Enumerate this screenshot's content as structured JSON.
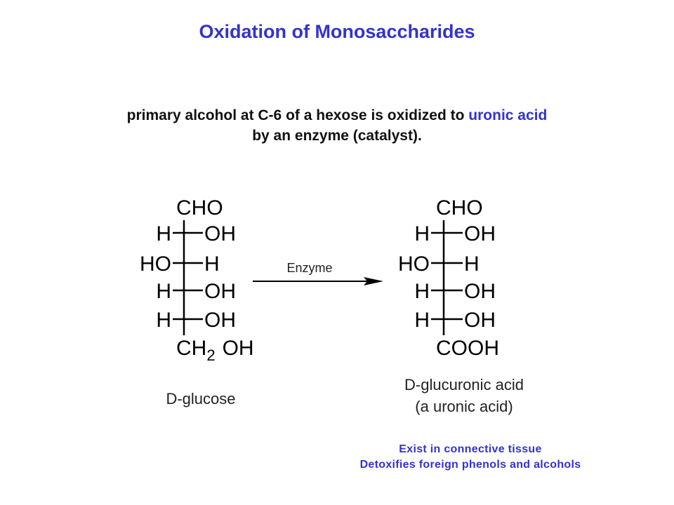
{
  "colors": {
    "heading": "#3333cc",
    "highlight": "#ee2222",
    "text": "#111111"
  },
  "title": "Oxidation of Monosaccharides",
  "intro": {
    "part1": "primary alcohol at C-6 of a hexose is oxidized to ",
    "highlight": "uronic acid",
    "line2": "by an enzyme (catalyst)."
  },
  "reactant": {
    "top": "CHO",
    "rows": [
      {
        "left": "H",
        "right": "OH"
      },
      {
        "left": "HO",
        "right": "H"
      },
      {
        "left": "H",
        "right": "OH"
      },
      {
        "left": "H",
        "right": "OH"
      }
    ],
    "bottom_main": "CH",
    "bottom_sub": "2",
    "bottom_tail": "OH",
    "name": "D-glucose"
  },
  "arrow_label": "Enzyme",
  "product": {
    "top": "CHO",
    "rows": [
      {
        "left": "H",
        "right": "OH"
      },
      {
        "left": "HO",
        "right": "H"
      },
      {
        "left": "H",
        "right": "OH"
      },
      {
        "left": "H",
        "right": "OH"
      }
    ],
    "bottom": "COOH",
    "name_line1": "D-glucuronic acid",
    "name_line2": "(a uronic acid)"
  },
  "notes": {
    "line1": "Exist in connective tissue",
    "line2": "Detoxifies foreign phenols and alcohols"
  }
}
